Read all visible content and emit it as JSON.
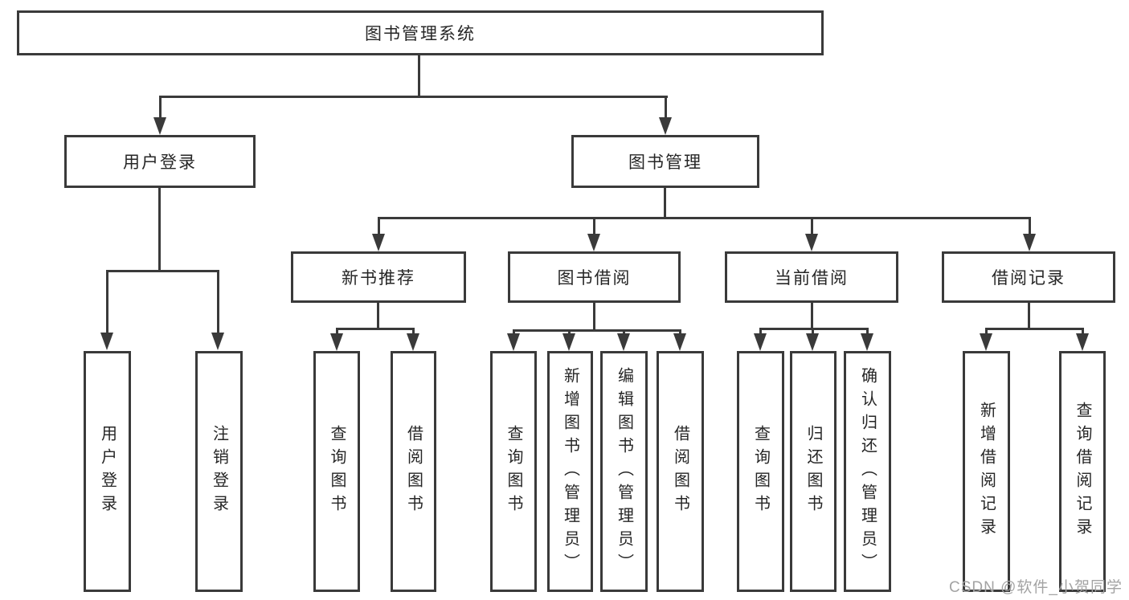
{
  "diagram_title": "图书管理系统",
  "tree": {
    "root": {
      "label": "图书管理系统"
    },
    "branches": [
      {
        "label": "用户登录",
        "children": [
          {
            "label": "用户登录"
          },
          {
            "label": "注销登录"
          }
        ]
      },
      {
        "label": "图书管理",
        "children": [
          {
            "label": "新书推荐",
            "children": [
              {
                "label": "查询图书"
              },
              {
                "label": "借阅图书"
              }
            ]
          },
          {
            "label": "图书借阅",
            "children": [
              {
                "label": "查询图书"
              },
              {
                "label": "新增图书（管理员）"
              },
              {
                "label": "编辑图书（管理员）"
              },
              {
                "label": "借阅图书"
              }
            ]
          },
          {
            "label": "当前借阅",
            "children": [
              {
                "label": "查询图书"
              },
              {
                "label": "归还图书"
              },
              {
                "label": "确认归还（管理员）"
              }
            ]
          },
          {
            "label": "借阅记录",
            "children": [
              {
                "label": "新增借阅记录"
              },
              {
                "label": "查询借阅记录"
              }
            ]
          }
        ]
      }
    ]
  },
  "watermark": "CSDN @软件_小贺同学",
  "colors": {
    "line": "#3a3a3a",
    "text": "#262626",
    "watermark": "#a3a3a3",
    "background": "#ffffff"
  }
}
